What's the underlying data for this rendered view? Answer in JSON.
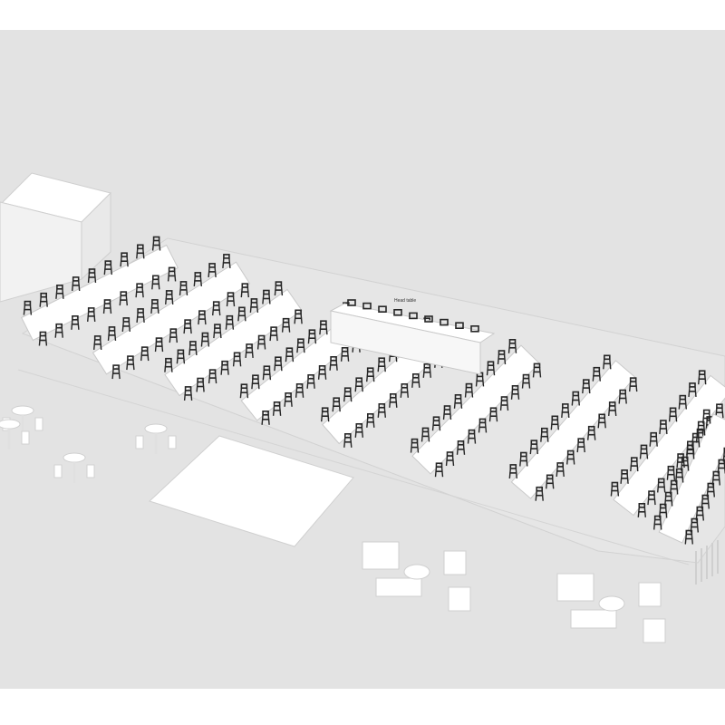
{
  "scene": {
    "head_table_label": "Head table",
    "background_color": "#e3e3e3",
    "chair_color": "#262626",
    "table_color": "#ffffff",
    "rows": [
      {
        "chairs_per_side": 9
      },
      {
        "chairs_per_side": 10
      },
      {
        "chairs_per_side": 10
      },
      {
        "chairs_per_side": 10
      },
      {
        "chairs_per_side": 10
      },
      {
        "chairs_per_side": 10
      },
      {
        "chairs_per_side": 10
      },
      {
        "chairs_per_side": 10
      },
      {
        "chairs_per_side": 10
      }
    ],
    "head_table": {
      "chairs": 9
    },
    "cocktail_tables": 4,
    "lounge_groups": 2,
    "icons": {
      "scene": "3d-event-layout",
      "chair": "folding-chair-icon"
    }
  }
}
